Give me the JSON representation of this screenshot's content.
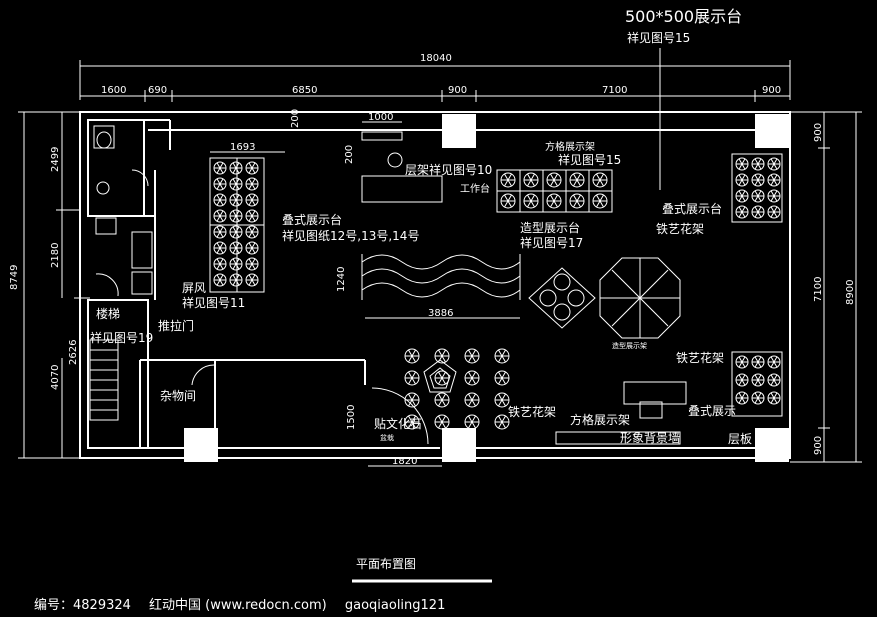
{
  "plan_title": "平面布置图",
  "header_note": {
    "line1": "500*500展示台",
    "line2": "祥见图号15"
  },
  "dims_top": {
    "total": "18040",
    "d1": "1600",
    "d2": "690",
    "d3": "6850",
    "d4": "900",
    "d5": "7100",
    "d6": "900"
  },
  "dims_left": {
    "total": "8749",
    "d1": "2499",
    "d2": "2180",
    "d3": "2626",
    "d4": "4070"
  },
  "dims_right": {
    "total": "8900",
    "d1": "900",
    "d2": "7100",
    "d3": "900"
  },
  "dims_inner": {
    "a": "1693",
    "b": "200",
    "c": "1000",
    "d": "200",
    "e": "1240",
    "f": "3886",
    "g": "1500",
    "h": "1820"
  },
  "labels": {
    "shelf_ref": "层架祥见图号10",
    "work_table": "工作台",
    "square_stand": "方格展示架",
    "square_ref": "祥见图号15",
    "stack_left_1": "叠式展示台",
    "stack_left_2": "祥见图纸12号,13号,14号",
    "model_stand_1": "造型展示台",
    "model_stand_2": "祥见图号17",
    "stack_right_top": "叠式展示台",
    "iron_rack_top": "铁艺花架",
    "screen_1": "屏风",
    "screen_2": "祥见图号11",
    "stairs": "楼梯",
    "stairs_ref": "祥见图号19",
    "push_door": "推拉门",
    "storage": "杂物间",
    "culture_stone": "贴文化石",
    "culture_sub": "盆栽",
    "iron_rack_mid": "铁艺花架",
    "square_bottom": "方格展示架",
    "image_wall": "形象背景墙",
    "stack_right_bottom": "叠式展示",
    "iron_rack_right": "铁艺花架",
    "floor_board": "层板",
    "umbrella_note": "造型展示架"
  },
  "credit": {
    "id": "编号：4829324",
    "site": "红动中国 (www.redocn.com)",
    "author": "gaoqiaoling121"
  }
}
